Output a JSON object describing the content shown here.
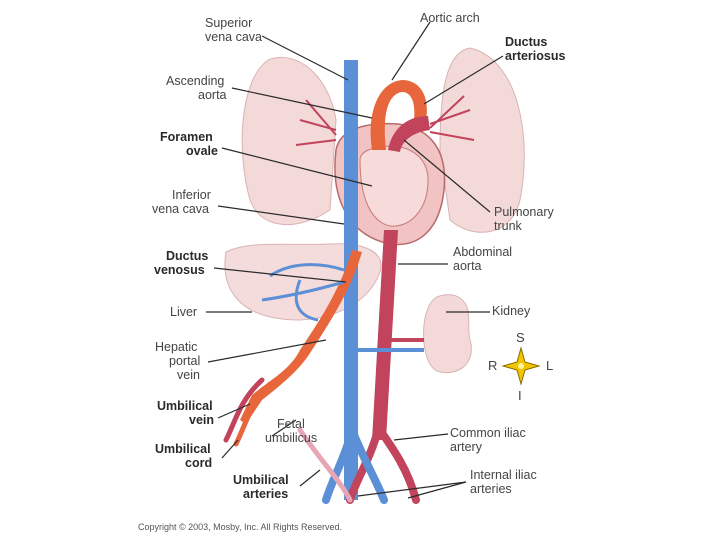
{
  "labels": {
    "superior_vena_cava": [
      "Superior",
      "vena cava"
    ],
    "ascending_aorta": [
      "Ascending",
      "aorta"
    ],
    "foramen_ovale": [
      "Foramen",
      "ovale"
    ],
    "inferior_vena_cava": [
      "Inferior",
      "vena cava"
    ],
    "ductus_venosus": [
      "Ductus",
      "venosus"
    ],
    "liver": [
      "Liver"
    ],
    "hepatic_portal_vein": [
      "Hepatic",
      "portal",
      "vein"
    ],
    "umbilical_vein": [
      "Umbilical",
      "vein"
    ],
    "umbilical_cord": [
      "Umbilical",
      "cord"
    ],
    "fetal_umbilicus": [
      "Fetal",
      "umbilicus"
    ],
    "umbilical_arteries": [
      "Umbilical",
      "arteries"
    ],
    "aortic_arch": [
      "Aortic arch"
    ],
    "ductus_arteriosus": [
      "Ductus",
      "arteriosus"
    ],
    "pulmonary_trunk": [
      "Pulmonary",
      "trunk"
    ],
    "abdominal_aorta": [
      "Abdominal",
      "aorta"
    ],
    "kidney": [
      "Kidney"
    ],
    "common_iliac_artery": [
      "Common iliac",
      "artery"
    ],
    "internal_iliac_arteries": [
      "Internal iliac",
      "arteries"
    ]
  },
  "compass": {
    "s": "S",
    "r": "R",
    "l": "L",
    "i": "I"
  },
  "copyright": "Copyright © 2003, Mosby, Inc. All Rights Reserved.",
  "colors": {
    "vein_blue": "#5b8fd6",
    "artery_red": "#c2435c",
    "oxygenated": "#e8663c",
    "organ_pink": "#f3d7d7",
    "leader_line": "#2b2b2b"
  }
}
